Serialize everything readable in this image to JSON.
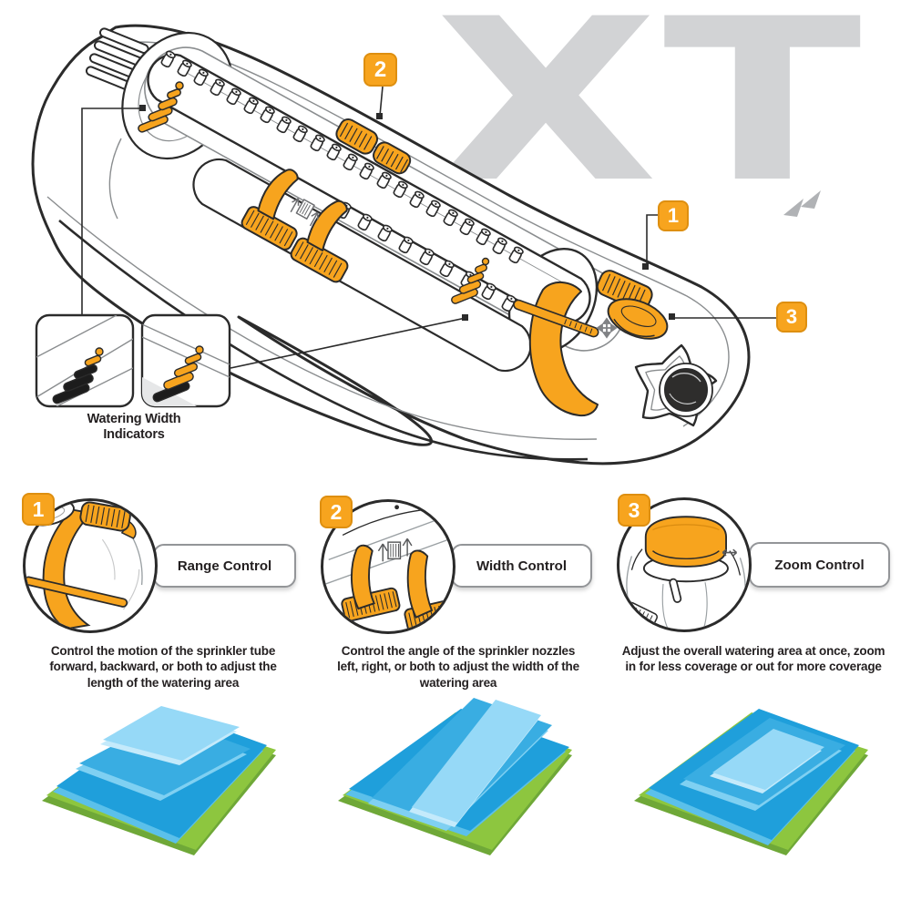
{
  "watermark": "XT",
  "colors": {
    "accent_orange": "#F7A41E",
    "outline_dark": "#2B2B2B",
    "watermark_gray": "#D2D3D5",
    "lawn_green": "#8DC63F",
    "water_blue_dark": "#1F9FDB",
    "water_blue_mid": "#39ADE2",
    "water_blue_light": "#96D9F7"
  },
  "top": {
    "badge_1": "1",
    "badge_2": "2",
    "badge_3": "3",
    "inset_caption": "Watering Width\nIndicators"
  },
  "features": [
    {
      "number": "1",
      "label": "Range Control",
      "description": "Control the motion of the sprinkler tube\nforward, backward, or both to adjust the\nlength of the watering area"
    },
    {
      "number": "2",
      "label": "Width Control",
      "description": "Control the angle of the sprinkler nozzles\nleft, right, or both to adjust the width of the\nwatering area"
    },
    {
      "number": "3",
      "label": "Zoom Control",
      "description": "Adjust the overall watering area at once, zoom\nin for less coverage or out for more coverage"
    }
  ]
}
